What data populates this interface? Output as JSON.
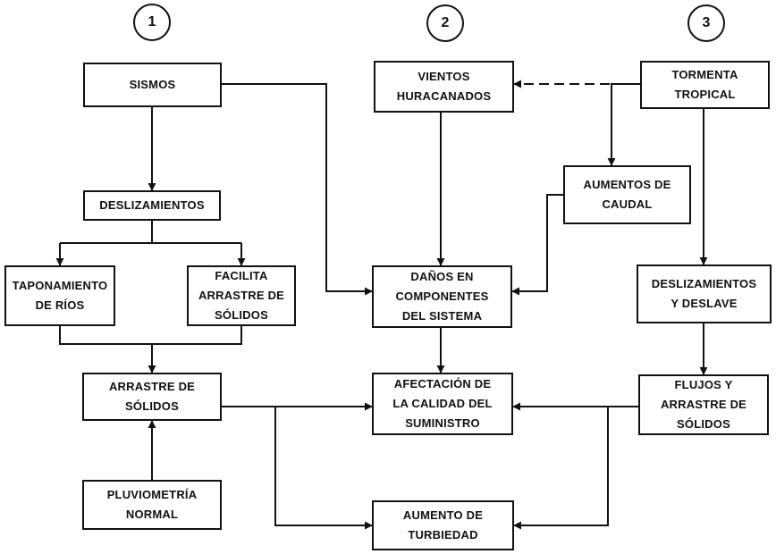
{
  "columns": {
    "one": "1",
    "two": "2",
    "three": "3"
  },
  "boxes": {
    "sismos": [
      "SISMOS"
    ],
    "deslizamientos": [
      "DESLIZAMIENTOS"
    ],
    "taponamiento": [
      "TAPONAMIENTO",
      "DE RÍOS"
    ],
    "facilita": [
      "FACILITA",
      "ARRASTRE DE",
      "SÓLIDOS"
    ],
    "arrastre": [
      "ARRASTRE DE",
      "SÓLIDOS"
    ],
    "pluviometria": [
      "PLUVIOMETRÍA",
      "NORMAL"
    ],
    "vientos": [
      "VIENTOS",
      "HURACANADOS"
    ],
    "danos": [
      "DAÑOS EN",
      "COMPONENTES",
      "DEL SISTEMA"
    ],
    "afectacion": [
      "AFECTACIÓN DE",
      "LA CALIDAD DEL",
      "SUMINISTRO"
    ],
    "turbiedad": [
      "AUMENTO DE",
      "TURBIEDAD"
    ],
    "tormenta": [
      "TORMENTA",
      "TROPICAL"
    ],
    "caudal": [
      "AUMENTOS DE",
      "CAUDAL"
    ],
    "deslave": [
      "DESLIZAMIENTOS",
      "Y DESLAVE"
    ],
    "flujos": [
      "FLUJOS Y",
      "ARRASTRE DE",
      "SÓLIDOS"
    ]
  }
}
